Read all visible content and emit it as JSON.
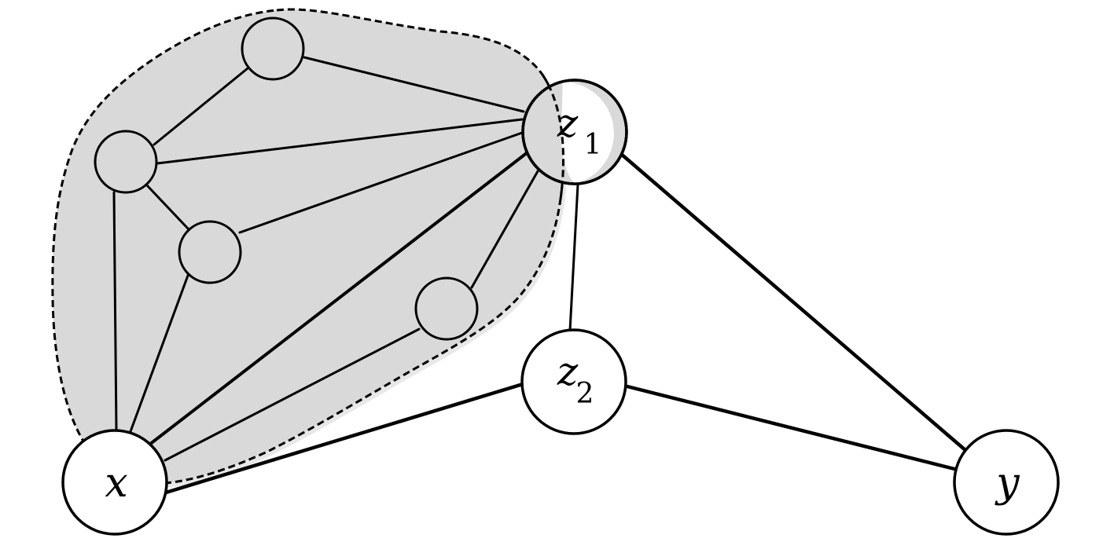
{
  "diagram": {
    "nodes": [
      {
        "id": "x",
        "label": "x",
        "subscript": ""
      },
      {
        "id": "z1",
        "label": "z",
        "subscript": "1"
      },
      {
        "id": "z2",
        "label": "z",
        "subscript": "2"
      },
      {
        "id": "y",
        "label": "y",
        "subscript": ""
      },
      {
        "id": "a",
        "label": "",
        "subscript": ""
      },
      {
        "id": "b",
        "label": "",
        "subscript": ""
      },
      {
        "id": "c",
        "label": "",
        "subscript": ""
      },
      {
        "id": "d",
        "label": "",
        "subscript": ""
      }
    ],
    "edges": [
      [
        "a",
        "z1"
      ],
      [
        "a",
        "b"
      ],
      [
        "b",
        "z1"
      ],
      [
        "b",
        "c"
      ],
      [
        "b",
        "x"
      ],
      [
        "c",
        "z1"
      ],
      [
        "c",
        "x"
      ],
      [
        "x",
        "z1"
      ],
      [
        "x",
        "d"
      ],
      [
        "d",
        "z1"
      ],
      [
        "z1",
        "z2"
      ],
      [
        "z1",
        "y"
      ],
      [
        "x",
        "z2"
      ],
      [
        "z2",
        "y"
      ]
    ],
    "region": {
      "style": "dashed",
      "fill": "#d9d9d9",
      "contains": [
        "a",
        "b",
        "c",
        "d"
      ]
    },
    "colors": {
      "stroke": "#000000",
      "node_fill": "#ffffff",
      "inner_node_fill": "#d9d9d9"
    }
  }
}
